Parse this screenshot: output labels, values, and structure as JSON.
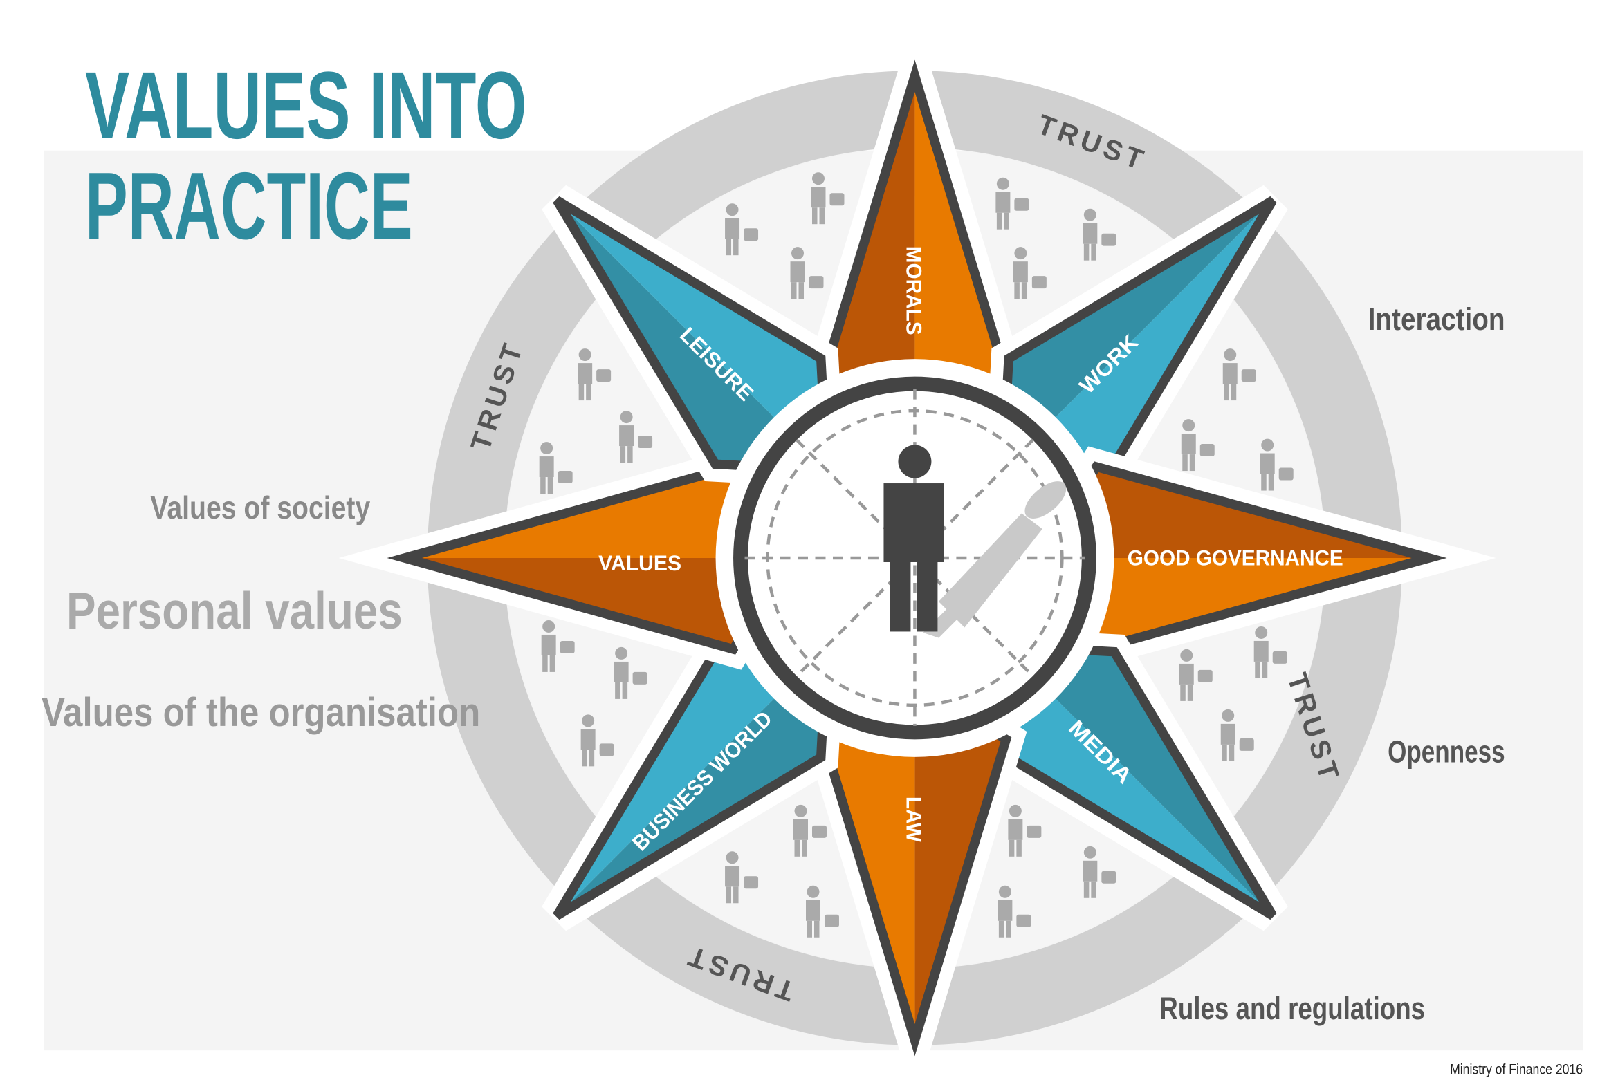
{
  "title": {
    "line1": "VALUES INTO",
    "line2": "PRACTICE"
  },
  "left_labels": {
    "society": "Values of society",
    "personal": "Personal values",
    "organisation": "Values of the organisation"
  },
  "right_labels": {
    "interaction": "Interaction",
    "openness": "Openness",
    "rules": "Rules and regulations"
  },
  "star_labels": {
    "morals": "MORALS",
    "work": "WORK",
    "good_governance": "GOOD GOVERNANCE",
    "media": "MEDIA",
    "law": "LAW",
    "business_world": "BUSINESS WORLD",
    "values": "VALUES",
    "leisure": "LEISURE"
  },
  "trust_labels": [
    "TRUST",
    "TRUST",
    "TRUST",
    "TRUST"
  ],
  "footer": "Ministry of Finance 2016",
  "icons": [
    "person-with-car-icon",
    "gymnast-icon",
    "summit-flag-icon",
    "woman-with-bag-icon",
    "team-icon",
    "inspector-magnifier-icon",
    "celebrating-people-icon",
    "meeting-icon",
    "handshake-icon",
    "podium-speaker-icon",
    "presenter-board-icon",
    "laptop-user-icon",
    "approved-person-icon",
    "balance-scale-icon",
    "police-officer-icon",
    "businessman-icon",
    "worker-gear-icon",
    "prisoner-ball-icon",
    "meeting-table-icon",
    "discussion-icon",
    "running-briefcase-icon",
    "family-home-icon",
    "boat-icon",
    "shopping-cart-icon"
  ],
  "colors": {
    "title": "#2e8b9e",
    "orange_light": "#e87a00",
    "orange_dark": "#bb5606",
    "blue_light": "#3daecb",
    "blue_dark": "#338fa5",
    "outline": "#444444",
    "ring": "#d0d0d0",
    "panel": "#f4f4f4"
  }
}
